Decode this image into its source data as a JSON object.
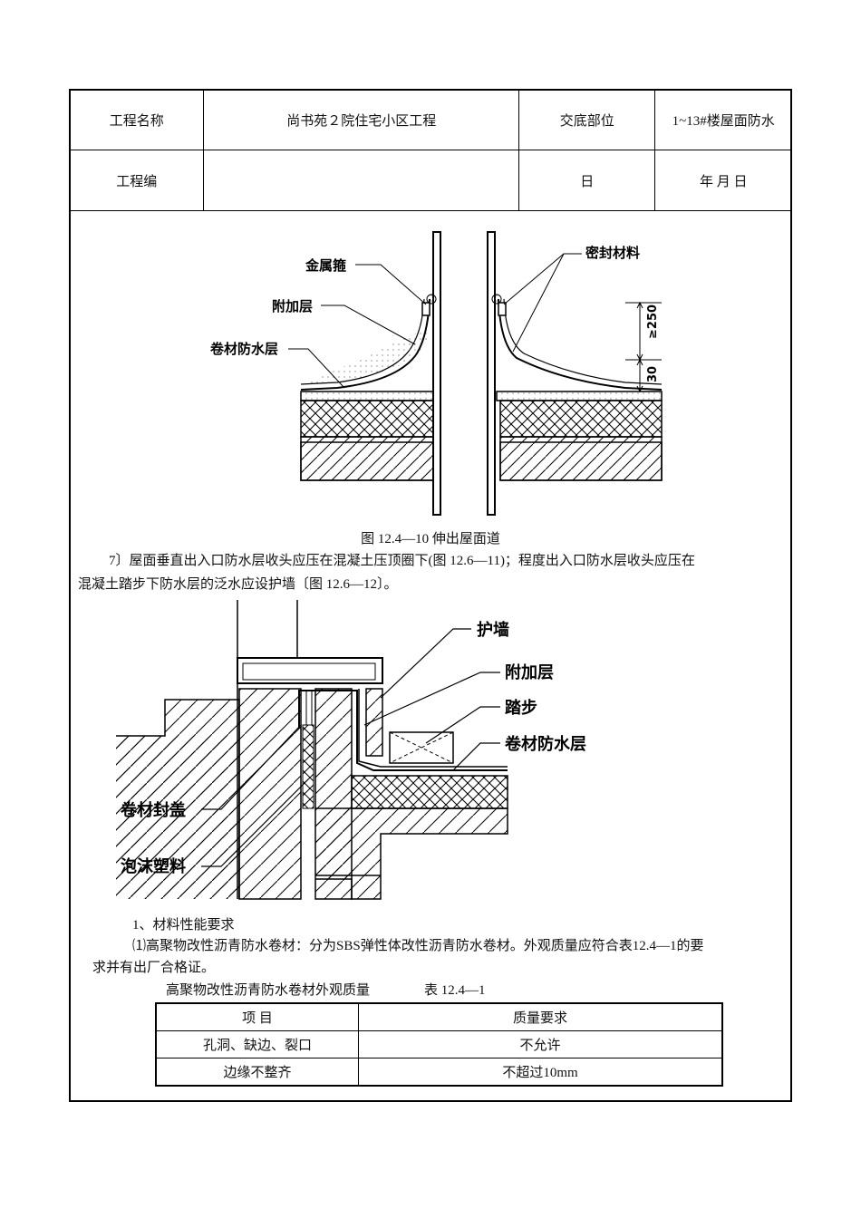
{
  "header": {
    "row1": {
      "label_project": "工程名称",
      "project_name": "尚书苑２院住宅小区工程",
      "label_location": "交底部位",
      "location": "1~13#楼屋面防水"
    },
    "row2": {
      "label_code": "工程编",
      "code": "",
      "label_date": "日",
      "date": "年  月  日"
    }
  },
  "figure1": {
    "labels": {
      "metal_hoop": "金属箍",
      "additional_layer": "附加层",
      "membrane_layer": "卷材防水层",
      "sealant": "密封材料",
      "dim_250": "≥250",
      "dim_30": "30"
    },
    "caption": "图 12.4—10 伸出屋面道"
  },
  "paragraph7": {
    "line1": "7〕屋面垂直出入口防水层收头应压在混凝土压顶圈下(图 12.6—11)；程度出入口防水层收头应压在",
    "line2": "混凝土踏步下防水层的泛水应设护墙〔图 12.6—12〕。"
  },
  "figure2": {
    "labels": {
      "protective_wall": "护墙",
      "additional_layer": "附加层",
      "step": "踏步",
      "membrane_layer": "卷材防水层",
      "membrane_cover": "卷材封盖",
      "foam_plastic": "泡沫塑料"
    }
  },
  "section1": {
    "heading": "1、材料性能要求",
    "item1_line1": "⑴高聚物改性沥青防水卷材：分为SBS弹性体改性沥青防水卷材。外观质量应符合表12.4—1的要",
    "item1_line2": "求并有出厂合格证。"
  },
  "quality_table": {
    "title": "高聚物改性沥青防水卷材外观质量",
    "table_no": "表 12.4—1",
    "headers": [
      "项    目",
      "质量要求"
    ],
    "rows": [
      [
        "孔洞、缺边、裂口",
        "不允许"
      ],
      [
        "边缘不整齐",
        "不超过10mm"
      ]
    ]
  }
}
